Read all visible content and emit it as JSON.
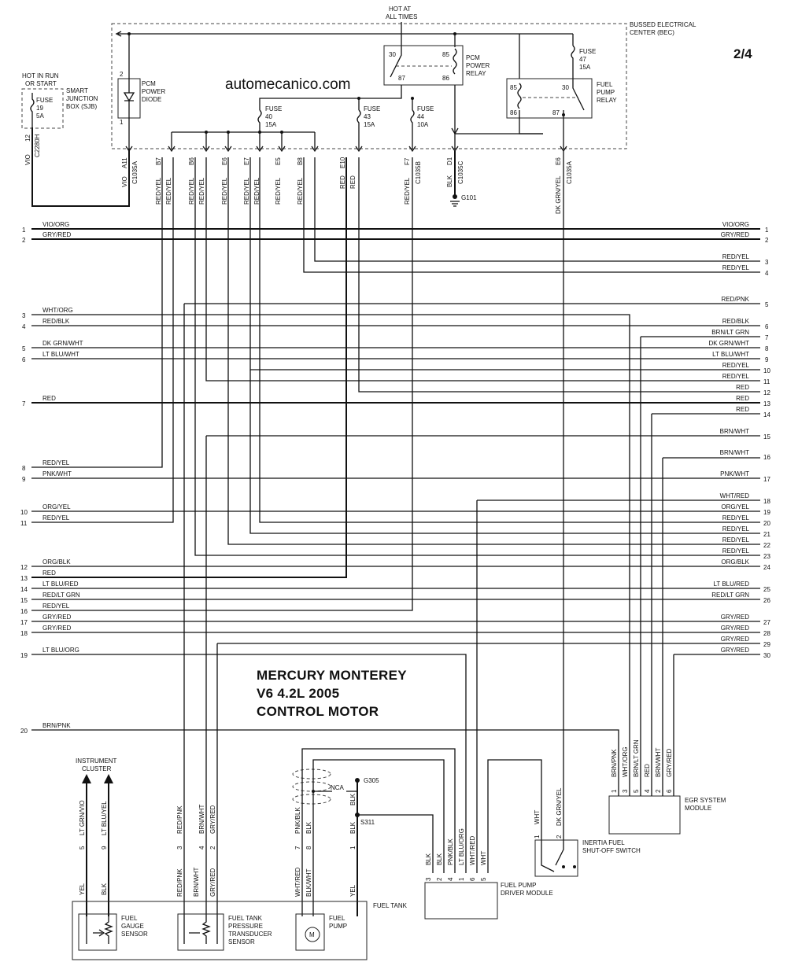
{
  "header": {
    "page_id": "2/4",
    "watermark": "automecanico.com",
    "hot_at_all_times": [
      "HOT AT",
      "ALL TIMES"
    ],
    "hot_in_run": [
      "HOT IN RUN",
      "OR START"
    ],
    "bec": [
      "BUSSED ELECTRICAL",
      "CENTER (BEC)"
    ]
  },
  "title": [
    "MERCURY MONTEREY",
    "V6 4.2L 2005",
    "CONTROL MOTOR"
  ],
  "components": {
    "sjb": [
      "SMART",
      "JUNCTION",
      "BOX (SJB)"
    ],
    "fuse19": [
      "FUSE",
      "19",
      "5A"
    ],
    "pcm_diode": [
      "PCM",
      "POWER",
      "DIODE"
    ],
    "fuse40": [
      "FUSE",
      "40",
      "15A"
    ],
    "fuse43": [
      "FUSE",
      "43",
      "15A"
    ],
    "fuse44": [
      "FUSE",
      "44",
      "10A"
    ],
    "fuse47": [
      "FUSE",
      "47",
      "15A"
    ],
    "pcm_relay": [
      "PCM",
      "POWER",
      "RELAY"
    ],
    "fuel_relay": [
      "FUEL",
      "PUMP",
      "RELAY"
    ],
    "g101": "G101",
    "g305": "G305",
    "s311": "S311",
    "nca": "NCA",
    "instrument_cluster": [
      "INSTRUMENT",
      "CLUSTER"
    ],
    "fuel_tank": "FUEL TANK",
    "fuel_gauge": [
      "FUEL",
      "GAUGE",
      "SENSOR"
    ],
    "tank_pressure": [
      "FUEL TANK",
      "PRESSURE",
      "TRANSDUCER",
      "SENSOR"
    ],
    "fuel_pump": [
      "FUEL",
      "PUMP"
    ],
    "pump_driver": [
      "FUEL PUMP",
      "DRIVER MODULE"
    ],
    "inertia": [
      "INERTIA FUEL",
      "SHUT-OFF SWITCH"
    ],
    "egr": [
      "EGR SYSTEM",
      "MODULE"
    ]
  },
  "relay_pins": {
    "pcm": [
      "30",
      "85",
      "87",
      "86"
    ],
    "fuel": [
      "85",
      "30",
      "86",
      "87"
    ],
    "diode": [
      "2",
      "1"
    ]
  },
  "connectors": {
    "sjb": {
      "pin": "12",
      "name": "C2280H",
      "color": "VIO"
    },
    "c1035a_a11": {
      "pin": "A11",
      "name": "C1035A",
      "color": "VIO"
    },
    "bec_pins": [
      "B7",
      "B6",
      "E6",
      "E7",
      "E5",
      "B8",
      "E10"
    ],
    "bec_colors": [
      "RED/YEL",
      "RED/YEL",
      "RED/YEL",
      "RED/YEL",
      "RED/YEL",
      "RED/YEL",
      "RED/YEL",
      "RED/YEL",
      "RED/YEL",
      "RED",
      "RED"
    ],
    "f7": {
      "pin": "F7",
      "name": "C1035B",
      "color": "RED/YEL"
    },
    "d1": {
      "pin": "D1",
      "name": "C1035C",
      "color": "BLK"
    },
    "e6": {
      "pin": "E6",
      "name": "C1035A",
      "color": "DK GRN/YEL"
    }
  },
  "left_wires": [
    {
      "n": "1",
      "label": "VIO/ORG"
    },
    {
      "n": "2",
      "label": "GRY/RED"
    },
    {
      "n": "3",
      "label": "WHT/ORG"
    },
    {
      "n": "4",
      "label": "RED/BLK"
    },
    {
      "n": "5",
      "label": "DK GRN/WHT"
    },
    {
      "n": "6",
      "label": "LT BLU/WHT"
    },
    {
      "n": "7",
      "label": "RED"
    },
    {
      "n": "8",
      "label": "RED/YEL"
    },
    {
      "n": "9",
      "label": "PNK/WHT"
    },
    {
      "n": "10",
      "label": "ORG/YEL"
    },
    {
      "n": "11",
      "label": "RED/YEL"
    },
    {
      "n": "12",
      "label": "ORG/BLK"
    },
    {
      "n": "13",
      "label": "RED"
    },
    {
      "n": "14",
      "label": "LT BLU/RED"
    },
    {
      "n": "15",
      "label": "RED/LT GRN"
    },
    {
      "n": "16",
      "label": "RED/YEL"
    },
    {
      "n": "17",
      "label": "GRY/RED"
    },
    {
      "n": "18",
      "label": "GRY/RED"
    },
    {
      "n": "19",
      "label": "LT BLU/ORG"
    },
    {
      "n": "20",
      "label": "BRN/PNK"
    }
  ],
  "right_wires": [
    {
      "n": "1",
      "label": "VIO/ORG"
    },
    {
      "n": "2",
      "label": "GRY/RED"
    },
    {
      "n": "3",
      "label": "RED/YEL"
    },
    {
      "n": "4",
      "label": "RED/YEL"
    },
    {
      "n": "5",
      "label": "RED/PNK"
    },
    {
      "n": "6",
      "label": "RED/BLK"
    },
    {
      "n": "7",
      "label": "BRN/LT GRN"
    },
    {
      "n": "8",
      "label": "DK GRN/WHT"
    },
    {
      "n": "9",
      "label": "LT BLU/WHT"
    },
    {
      "n": "10",
      "label": "RED/YEL"
    },
    {
      "n": "11",
      "label": "RED/YEL"
    },
    {
      "n": "12",
      "label": "RED"
    },
    {
      "n": "13",
      "label": "RED"
    },
    {
      "n": "14",
      "label": "RED"
    },
    {
      "n": "15",
      "label": "BRN/WHT"
    },
    {
      "n": "16",
      "label": "BRN/WHT"
    },
    {
      "n": "17",
      "label": "PNK/WHT"
    },
    {
      "n": "18",
      "label": "WHT/RED"
    },
    {
      "n": "19",
      "label": "ORG/YEL"
    },
    {
      "n": "20",
      "label": "RED/YEL"
    },
    {
      "n": "21",
      "label": "RED/YEL"
    },
    {
      "n": "22",
      "label": "RED/YEL"
    },
    {
      "n": "23",
      "label": "RED/YEL"
    },
    {
      "n": "24",
      "label": "ORG/BLK"
    },
    {
      "n": "25",
      "label": "LT BLU/RED"
    },
    {
      "n": "26",
      "label": "RED/LT GRN"
    },
    {
      "n": "27",
      "label": "GRY/RED"
    },
    {
      "n": "28",
      "label": "GRY/RED"
    },
    {
      "n": "29",
      "label": "GRY/RED"
    },
    {
      "n": "30",
      "label": "GRY/RED"
    }
  ],
  "bottom_pins": {
    "cluster": [
      {
        "pin": "5",
        "color": "LT GRN/VIO"
      },
      {
        "pin": "9",
        "color": "LT BLU/YEL"
      }
    ],
    "cluster_tank": [
      "YEL",
      "BLK"
    ],
    "pressure": [
      {
        "pin": "3",
        "color": "RED/PNK"
      },
      {
        "pin": "4",
        "color": "BRN/WHT"
      },
      {
        "pin": "2",
        "color": "GRY/RED"
      }
    ],
    "pressure_tank": [
      "RED/PNK",
      "BRN/WHT",
      "GRY/RED"
    ],
    "pump": [
      {
        "pin": "7",
        "color": "PNK/BLK"
      },
      {
        "pin": "8",
        "color": "BLK"
      },
      {
        "pin": "1",
        "color": "BLK"
      }
    ],
    "pump_tank": [
      "WHT/RED",
      "BLK/WHT",
      "YEL"
    ],
    "ground_blk": "BLK",
    "driver": [
      {
        "pin": "3",
        "color": "BLK"
      },
      {
        "pin": "2",
        "color": "BLK"
      },
      {
        "pin": "4",
        "color": "PNK/BLK"
      },
      {
        "pin": "1",
        "color": "LT BLU/ORG"
      },
      {
        "pin": "6",
        "color": "WHT/RED"
      },
      {
        "pin": "5",
        "color": "WHT"
      }
    ],
    "inertia": [
      {
        "pin": "1",
        "color": "WHT"
      },
      {
        "pin": "2",
        "color": "DK GRN/YEL"
      }
    ],
    "egr": [
      {
        "pin": "1",
        "color": "BRN/PNK"
      },
      {
        "pin": "3",
        "color": "WHT/ORG"
      },
      {
        "pin": "5",
        "color": "BRN/LT GRN"
      },
      {
        "pin": "4",
        "color": "RED"
      },
      {
        "pin": "2",
        "color": "BRN/WHT"
      },
      {
        "pin": "6",
        "color": "GRY/RED"
      }
    ]
  }
}
